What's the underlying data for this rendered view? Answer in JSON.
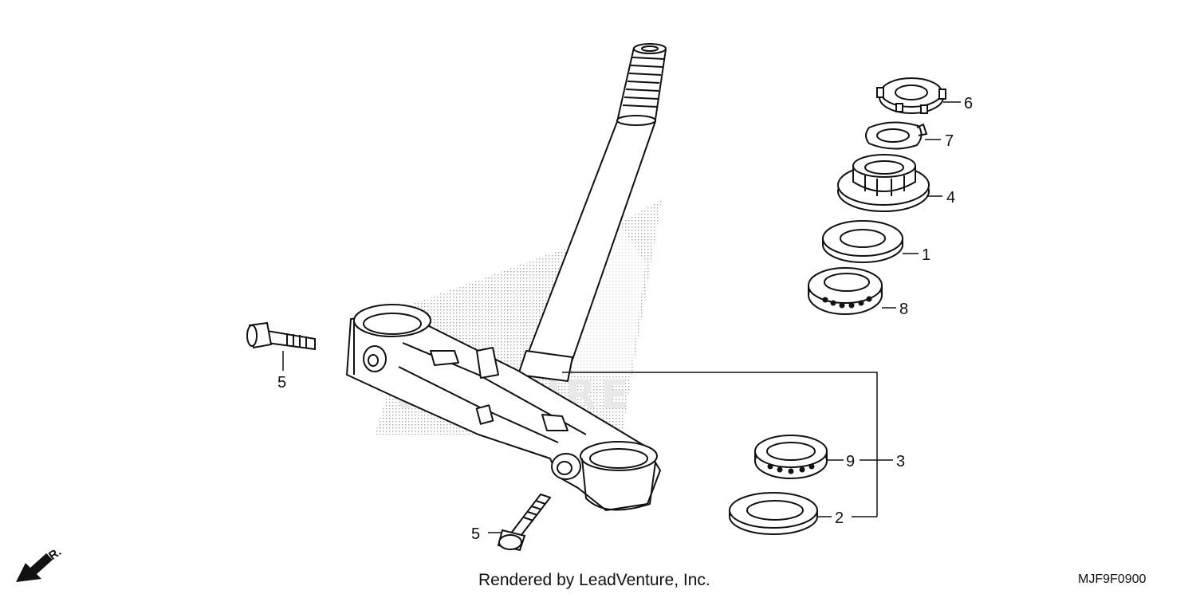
{
  "diagram": {
    "footer_credit": "Rendered by LeadVenture, Inc.",
    "diagram_code": "MJF9F0900",
    "direction_label": "FR.",
    "watermark_text": "VENTURE",
    "callouts": {
      "c1": "1",
      "c2": "2",
      "c3": "3",
      "c4": "4",
      "c5a": "5",
      "c5b": "5",
      "c6": "6",
      "c7": "7",
      "c8": "8",
      "c9": "9"
    }
  }
}
